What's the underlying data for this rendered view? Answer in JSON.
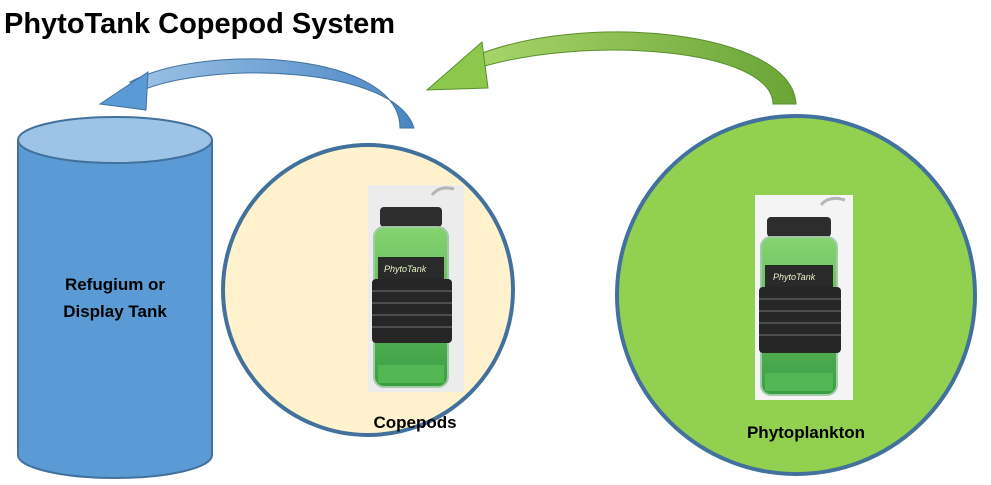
{
  "title": "PhytoTank Copepod System",
  "refugium": {
    "line1": "Refugium or",
    "line2": "Display Tank"
  },
  "copepods": {
    "label": "Copepods",
    "jar_brand": "PhytoTank"
  },
  "phytoplankton": {
    "label": "Phytoplankton",
    "jar_brand": "PhytoTank"
  },
  "colors": {
    "cylinder_fill": "#5b9bd5",
    "cylinder_top": "#9dc3e6",
    "copepod_circle_fill": "#fff2cc",
    "phyto_circle_fill": "#92d050",
    "circle_stroke": "#41719c",
    "blue_arrow": "#5b9bd5",
    "green_arrow": "#70ad47"
  }
}
